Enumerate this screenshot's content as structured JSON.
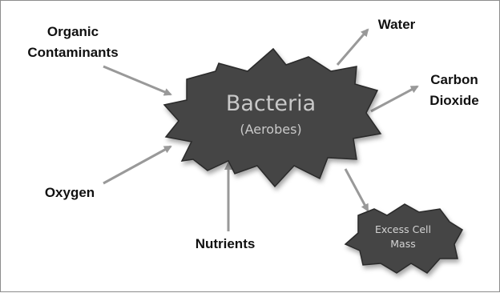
{
  "center": {
    "title": "Bacteria",
    "subtitle": "(Aerobes)"
  },
  "inputs": {
    "organic_line1": "Organic",
    "organic_line2": "Contaminants",
    "oxygen": "Oxygen",
    "nutrients": "Nutrients"
  },
  "outputs": {
    "water": "Water",
    "carbon_line1": "Carbon",
    "carbon_line2": "Dioxide",
    "excess_line1": "Excess Cell",
    "excess_line2": "Mass"
  },
  "colors": {
    "blob_fill": "#444444",
    "blob_stroke": "#2a2a2a",
    "arrow": "#999999",
    "border": "#8c8c8c",
    "center_text": "#c9c9c9"
  }
}
